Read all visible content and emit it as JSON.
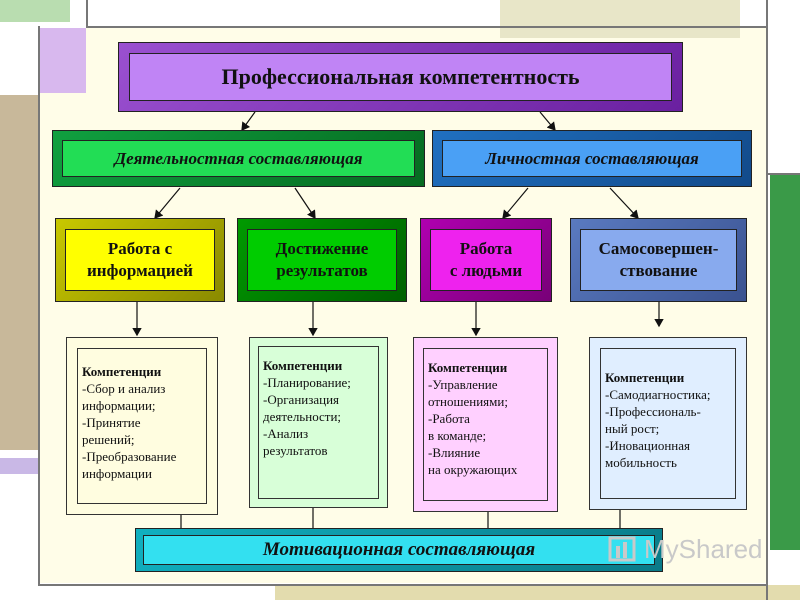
{
  "top": {
    "label": "Профессиональная  компетентность"
  },
  "level2": [
    {
      "label": "Деятельностная  составляющая"
    },
    {
      "label": "Личностная  составляющая"
    }
  ],
  "level3": [
    {
      "line1": "Работа с",
      "line2": "информацией"
    },
    {
      "line1": "Достижение",
      "line2": "результатов"
    },
    {
      "line1": "Работа",
      "line2": "с людьми"
    },
    {
      "line1": "Самосовершен-",
      "line2": "ствование"
    }
  ],
  "competences": [
    {
      "title": "Компетенции",
      "lines": [
        "-Сбор и анализ",
        "информации;",
        "-Принятие",
        "решений;",
        "-Преобразование",
        "информации"
      ]
    },
    {
      "title": "Компетенции",
      "lines": [
        "-Планирование;",
        "-Организация",
        "деятельности;",
        "-Анализ",
        "результатов"
      ]
    },
    {
      "title": "Компетенции",
      "lines": [
        "-Управление",
        "отношениями;",
        "-Работа",
        "в команде;",
        "-Влияние",
        "на окружающих"
      ]
    },
    {
      "title": "Компетенции",
      "lines": [
        "-Самодиагностика;",
        "-Профессиональ-",
        "ный  рост;",
        "-Иновационная",
        "мобильность"
      ]
    }
  ],
  "bottom": {
    "label": "Мотивационная  составляющая"
  },
  "watermark": {
    "text": "MyShared"
  },
  "colors": {
    "top": "#c084f5",
    "activity": "#22dd55",
    "personal": "#4aa0f5",
    "info": "#ffff00",
    "results": "#00cc00",
    "people": "#ee22ee",
    "self": "#88aaee",
    "motivation": "#33e0f0",
    "comp1": "#fffde0",
    "comp2": "#d8ffd8",
    "comp3": "#ffd0ff",
    "comp4": "#e0eeff",
    "page": "#fffde8"
  }
}
